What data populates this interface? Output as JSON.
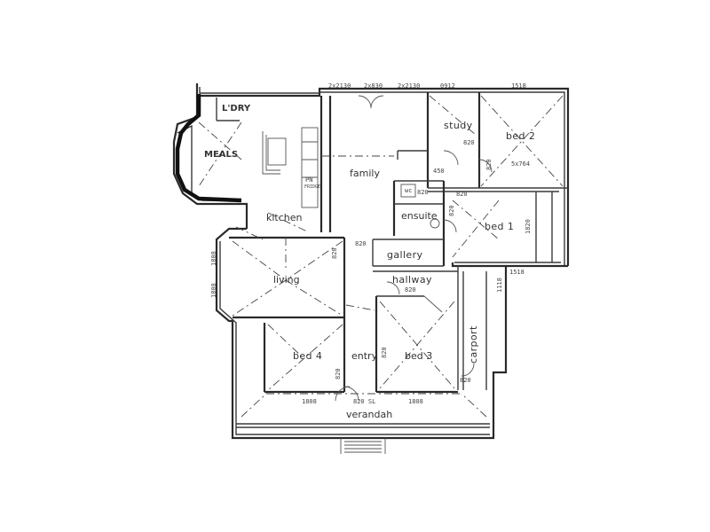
{
  "rooms": {
    "lry": "L'DRY",
    "meals": "MEALS",
    "study": "study",
    "bed2": "bed 2",
    "family": "family",
    "kitchen": "kitchen",
    "ensuite": "ensuite",
    "wc": "wc",
    "bed1": "bed 1",
    "living": "living",
    "gallery": "gallery",
    "hallway": "hallway",
    "bed4": "bed 4",
    "entry": "entry",
    "bed3": "bed 3",
    "carport": "carport",
    "verandah": "verandah",
    "pantry": "PN",
    "fridge": "FRIDGE"
  },
  "dimensions": {
    "top_1": "2x2130",
    "top_2": "2x830",
    "top_3": "2x2130",
    "top_4": "0912",
    "top_5": "1518",
    "bed2_size": "5x764",
    "study_door": "820",
    "family_door": "450",
    "hall_door": "820",
    "wc_door": "820",
    "wc_side": "820",
    "ensuite_door": "820",
    "bed1_side": "1820",
    "living_left_1": "1808",
    "living_left_2": "1808",
    "living_door": "820",
    "gallery_door": "820",
    "hallway_door": "820",
    "bed3_door": "820",
    "bed4_door": "820",
    "right_side_1": "1518",
    "right_side_2": "1118",
    "carport_door": "820",
    "verandah_left": "1808",
    "verandah_mid": "820 SL",
    "verandah_right": "1808"
  }
}
